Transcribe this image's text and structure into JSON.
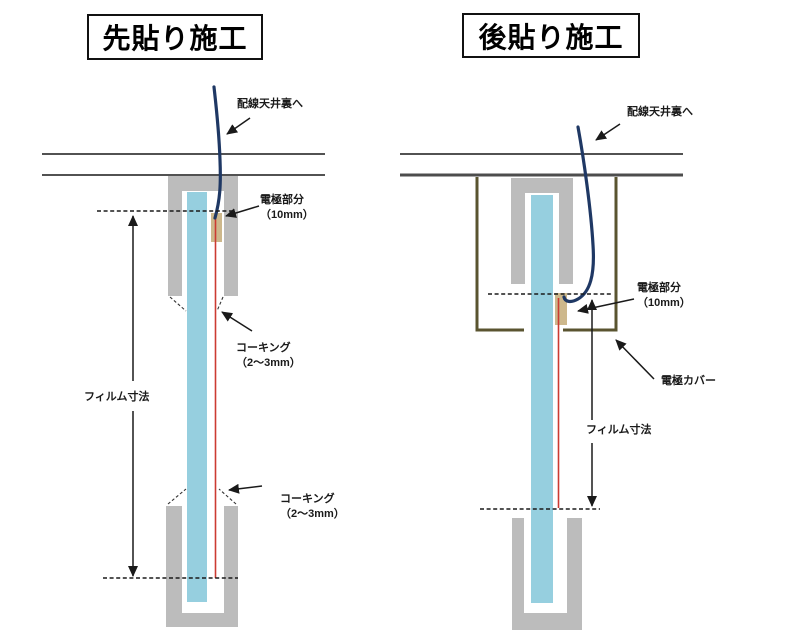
{
  "colors": {
    "glass": "#96cfdf",
    "frame": "#bcbcbc",
    "electrode": "#cdb88c",
    "wire": "#1f3864",
    "caulking_line": "#cc3b32",
    "cover": "#5a5430"
  },
  "left_diagram": {
    "title": "先貼り施工",
    "labels": {
      "wiring": "配線天井裏へ",
      "electrode_1": "電極部分",
      "electrode_2": "（10mm）",
      "caulking_top_1": "コーキング",
      "caulking_top_2": "（2〜3mm）",
      "caulking_bottom_1": "コーキング",
      "caulking_bottom_2": "（2〜3mm）",
      "film_dimension": "フィルム寸法"
    }
  },
  "right_diagram": {
    "title": "後貼り施工",
    "labels": {
      "wiring": "配線天井裏へ",
      "electrode_1": "電極部分",
      "electrode_2": "（10mm）",
      "electrode_cover": "電極カバー",
      "film_dimension": "フィルム寸法"
    }
  }
}
